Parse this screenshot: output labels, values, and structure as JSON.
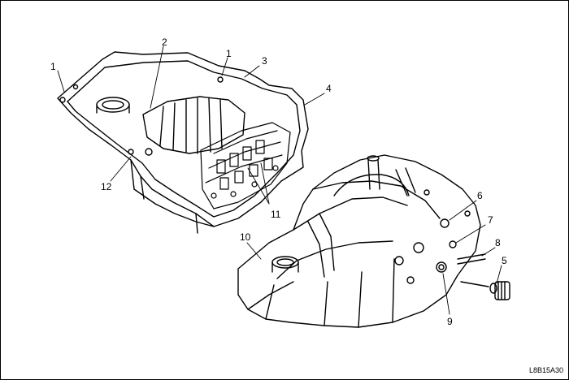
{
  "figure": {
    "code": "L8B15A30",
    "callouts": [
      "1",
      "2",
      "1",
      "3",
      "4",
      "12",
      "11",
      "6",
      "7",
      "8",
      "5",
      "10",
      "9"
    ]
  }
}
